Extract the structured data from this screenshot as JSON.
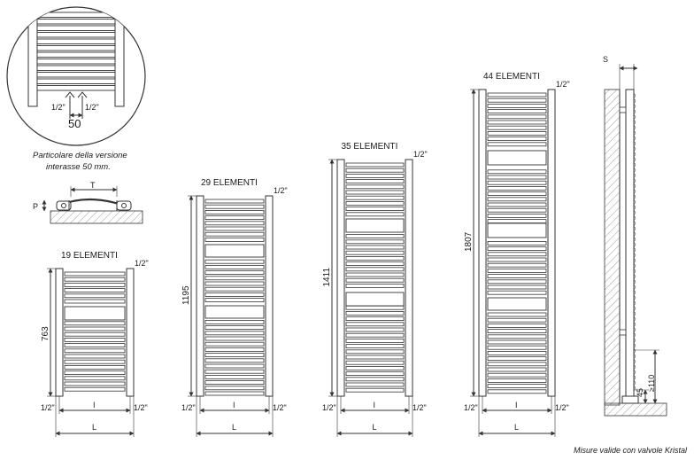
{
  "detail": {
    "pipe_left": "1/2\"",
    "pipe_right": "1/2\"",
    "spacing": "50",
    "caption_line1": "Particolare della versione",
    "caption_line2": "interasse 50 mm."
  },
  "bracket": {
    "label_t": "T",
    "label_p": "P"
  },
  "radiators": [
    {
      "elements_label": "19  ELEMENTI",
      "height_label": "763",
      "connection_top": "1/2\"",
      "connection_left": "1/2\"",
      "connection_right": "1/2\"",
      "axis_label": "I",
      "width_label": "L"
    },
    {
      "elements_label": "29  ELEMENTI",
      "height_label": "1195",
      "connection_top": "1/2\"",
      "connection_left": "1/2\"",
      "connection_right": "1/2\"",
      "axis_label": "I",
      "width_label": "L"
    },
    {
      "elements_label": "35  ELEMENTI",
      "height_label": "1411",
      "connection_top": "1/2\"",
      "connection_left": "1/2\"",
      "connection_right": "1/2\"",
      "axis_label": "I",
      "width_label": "L"
    },
    {
      "elements_label": "44  ELEMENTI",
      "height_label": "1807",
      "connection_top": "1/2\"",
      "connection_left": "1/2\"",
      "connection_right": "1/2\"",
      "axis_label": "I",
      "width_label": "L"
    }
  ],
  "side_view": {
    "label_s": "S",
    "label_45": "45",
    "label_110": "≥110"
  },
  "footnote": "Misure valide con valvole Kristal",
  "colors": {
    "line": "#333333",
    "fill": "#ffffff",
    "wall": "#d9d9d9"
  }
}
